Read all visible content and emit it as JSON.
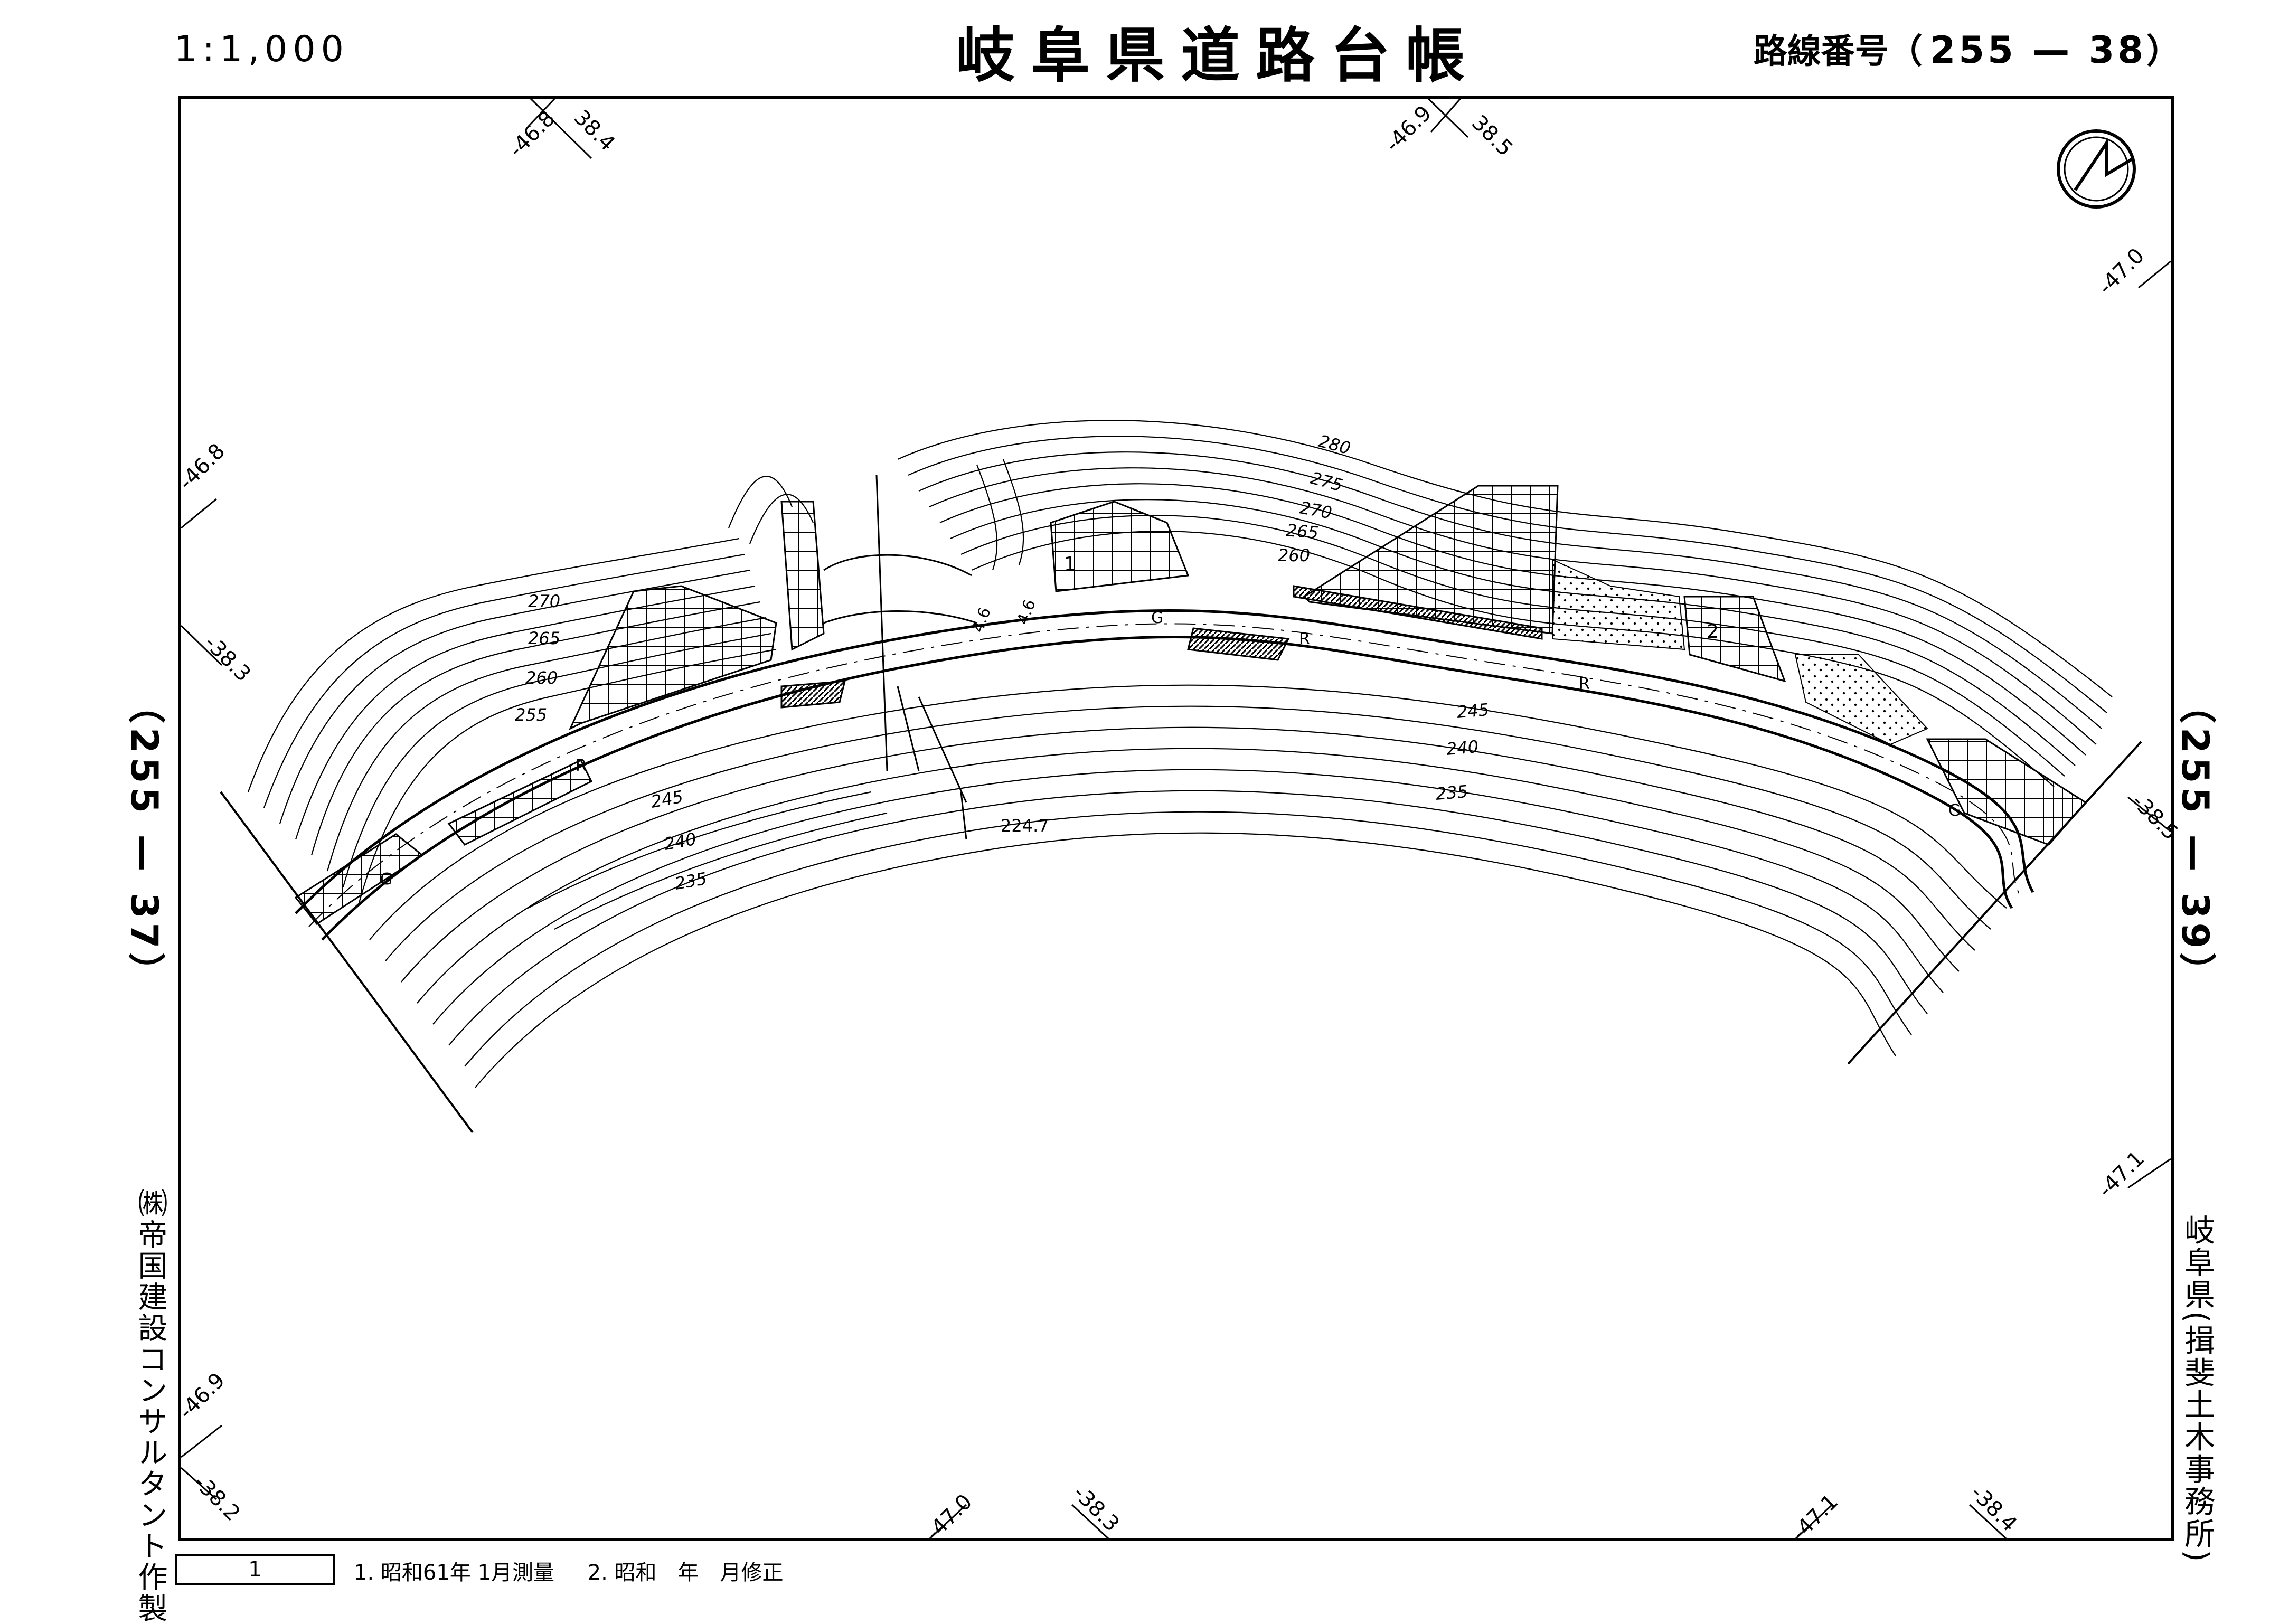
{
  "header": {
    "scale": "1:1,000",
    "title": "岐阜県道路台帳",
    "route_label": "路線番号（",
    "route_number": "255 — 38",
    "route_close": "）"
  },
  "adjacent_sheets": {
    "left": "（255 — 37）",
    "right": "（255 — 39）"
  },
  "side_text": {
    "maker": "㈱帝国建設コンサルタント作製",
    "office": "岐阜県(揖斐土木事務所)"
  },
  "footer": {
    "sheet_number": "1",
    "history_1": "1. 昭和61年 1月測量",
    "history_2": "2. 昭和　年　月修正"
  },
  "grid_labels": {
    "top": [
      "-46.8",
      "38.4",
      "-46.9",
      "38.5"
    ],
    "left": [
      "-46.8",
      "-38.3",
      "-46.9",
      "-38.2"
    ],
    "right": [
      "-47.0",
      "-38.5",
      "-47.1"
    ],
    "bottom": [
      "-47.0",
      "-38.3",
      "-47.1",
      "-38.4"
    ]
  },
  "contour_labels": [
    "280",
    "275",
    "270",
    "265",
    "260",
    "270",
    "265",
    "260",
    "255",
    "245",
    "240",
    "235",
    "245",
    "240",
    "235"
  ],
  "spot_height": "224.7",
  "structure_numbers": [
    "1",
    "2"
  ],
  "map_marks": {
    "road_center": "G",
    "road_right": "R",
    "width_a": "4.6",
    "width_b": "4.6"
  },
  "colors": {
    "ink": "#000000",
    "paper": "#ffffff"
  },
  "north_arrow": "north-arrow-icon"
}
